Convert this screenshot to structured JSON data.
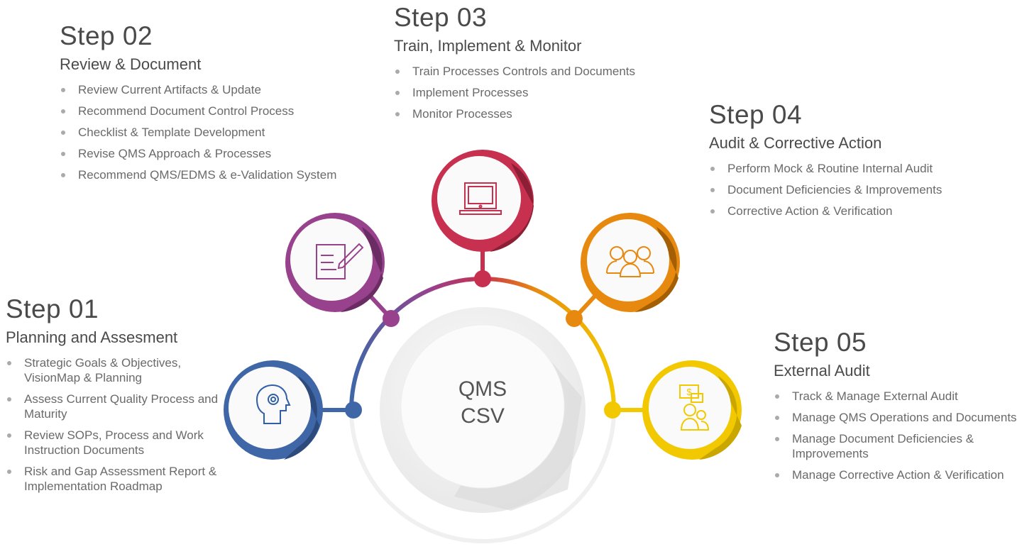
{
  "center": {
    "line1": "QMS",
    "line2": "CSV"
  },
  "steps": [
    {
      "step": "Step 01",
      "title": "Planning and Assesment",
      "color": "#3f67a8",
      "icon": "head-gear-icon",
      "items": [
        "Strategic Goals & Objectives, VisionMap & Planning",
        "Assess Current Quality Process and Maturity",
        "Review SOPs, Process and Work Instruction Documents",
        "Risk and Gap Assessment Report & Implementation Roadmap"
      ]
    },
    {
      "step": "Step 02",
      "title": "Review & Document",
      "color": "#98418d",
      "icon": "document-pen-icon",
      "items": [
        "Review Current Artifacts & Update",
        "Recommend Document Control Process",
        "Checklist & Template Development",
        "Revise QMS Approach & Processes",
        "Recommend QMS/EDMS & e-Validation System"
      ]
    },
    {
      "step": "Step 03",
      "title": "Train, Implement & Monitor",
      "color": "#c8304f",
      "icon": "laptop-icon",
      "items": [
        "Train Processes Controls and Documents",
        "Implement Processes",
        "Monitor Processes"
      ]
    },
    {
      "step": "Step 04",
      "title": "Audit & Corrective Action",
      "color": "#e8890f",
      "icon": "team-icon",
      "items": [
        "Perform Mock & Routine Internal Audit",
        "Document Deficiencies & Improvements",
        "Corrective Action & Verification"
      ]
    },
    {
      "step": "Step 05",
      "title": "External Audit",
      "color": "#f2c800",
      "icon": "auditor-chat-icon",
      "items": [
        "Track & Manage External Audit",
        "Manage QMS Operations and Documents",
        "Manage Document Deficiencies & Improvements",
        "Manage Corrective Action & Verification"
      ]
    }
  ]
}
